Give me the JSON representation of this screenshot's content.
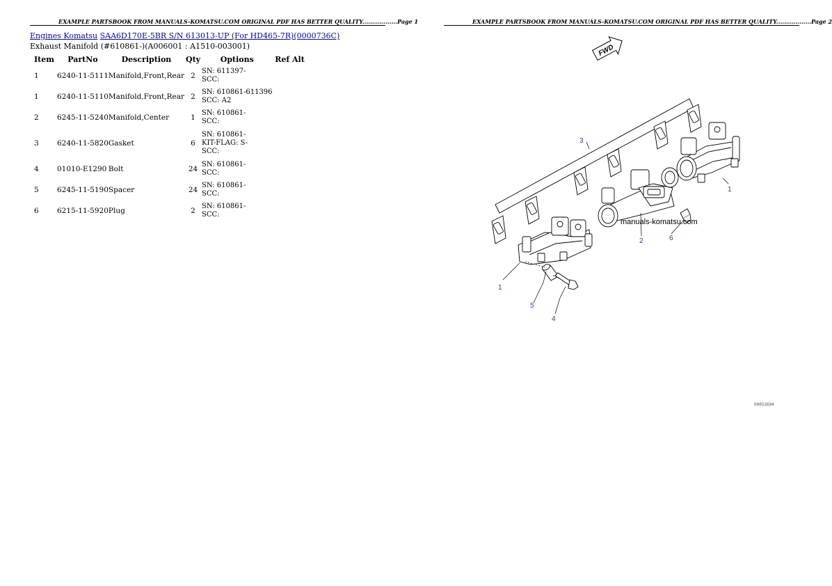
{
  "page1": {
    "header": "EXAMPLE PARTSBOOK FROM MANUALS-KOMATSU.COM ORIGINAL PDF HAS BETTER QUALITY..................Page 1",
    "breadcrumb": {
      "link1": "Engines Komatsu",
      "link2": "SAA6D170E-5BR S/N 613013-UP (For HD465-7R)(0000736C)"
    },
    "subtitle": "Exhaust Manifold (#610861-)(A006001 : A1510-003001)",
    "columns": [
      "Item",
      "PartNo",
      "Description",
      "Qty",
      "Options",
      "Ref Alt"
    ],
    "rows": [
      {
        "item": "1",
        "part": "6240-11-5111",
        "desc": "Manifold,Front,Rear",
        "qty": "2",
        "opt1": "SN: 611397-",
        "opt2": "SCC:",
        "opt3": ""
      },
      {
        "item": "1",
        "part": "6240-11-5110",
        "desc": "Manifold,Front,Rear",
        "qty": "2",
        "opt1": "SN: 610861-611396",
        "opt2": "SCC: A2",
        "opt3": ""
      },
      {
        "item": "2",
        "part": "6245-11-5240",
        "desc": "Manifold,Center",
        "qty": "1",
        "opt1": "SN: 610861-",
        "opt2": "SCC:",
        "opt3": ""
      },
      {
        "item": "3",
        "part": "6240-11-5820",
        "desc": "Gasket",
        "qty": "6",
        "opt1": "SN: 610861-",
        "opt2": "KIT-FLAG: S-",
        "opt3": "SCC:"
      },
      {
        "item": "4",
        "part": "01010-E1290",
        "desc": "Bolt",
        "qty": "24",
        "opt1": "SN: 610861-",
        "opt2": "SCC:",
        "opt3": ""
      },
      {
        "item": "5",
        "part": "6245-11-5190",
        "desc": "Spacer",
        "qty": "24",
        "opt1": "SN: 610861-",
        "opt2": "SCC:",
        "opt3": ""
      },
      {
        "item": "6",
        "part": "6215-11-5920",
        "desc": "Plug",
        "qty": "2",
        "opt1": "SN: 610861-",
        "opt2": "SCC:",
        "opt3": ""
      }
    ]
  },
  "page2": {
    "header": "EXAMPLE PARTSBOOK FROM MANUALS-KOMATSU.COM ORIGINAL PDF HAS BETTER QUALITY..................Page 2",
    "fwd_label": "FWD",
    "watermark": "manuals-komatsu.com",
    "callouts": [
      "1",
      "1",
      "2",
      "3",
      "4",
      "5",
      "6"
    ],
    "image_id": "00052694"
  }
}
